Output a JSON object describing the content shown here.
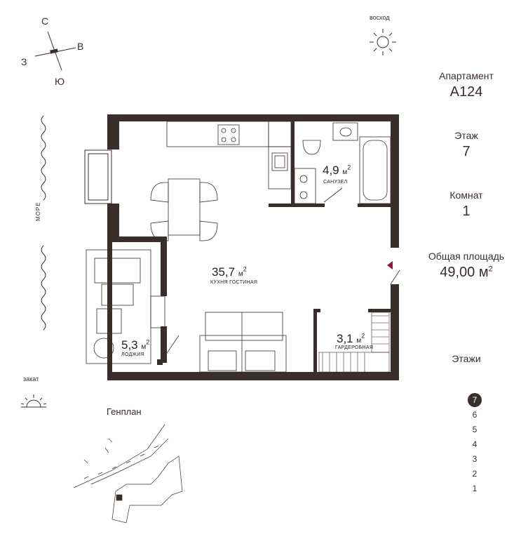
{
  "compass": {
    "north": "С",
    "south": "Ю",
    "west": "З",
    "east": "В"
  },
  "sunrise_label": "восход",
  "sunset_label": "закат",
  "sea_label": "МОРЕ",
  "apartment": {
    "label": "Апартамент",
    "value": "А124"
  },
  "floor_info": {
    "label": "Этаж",
    "value": "7"
  },
  "rooms_info": {
    "label": "Комнат",
    "value": "1"
  },
  "area_info": {
    "label": "Общая площадь",
    "value": "49,00 м",
    "unit_sup": "2"
  },
  "floors_title": "Этажи",
  "floors": [
    "7",
    "6",
    "5",
    "4",
    "3",
    "2",
    "1"
  ],
  "selected_floor": "7",
  "genplan_label": "Генплан",
  "rooms": {
    "bathroom": {
      "area": "4,9",
      "unit": "м",
      "sup": "2",
      "name": "САНУЗЕЛ"
    },
    "kitchen": {
      "area": "35,7",
      "unit": "м",
      "sup": "2",
      "name": "КУХНЯ ГОСТИНАЯ"
    },
    "loggia": {
      "area": "5,3",
      "unit": "м",
      "sup": "2",
      "name": "ЛОДЖИЯ"
    },
    "wardrobe": {
      "area": "3,1",
      "unit": "м",
      "sup": "2",
      "name": "ГАРДЕРОБНАЯ"
    }
  },
  "colors": {
    "wall": "#3a2e2c",
    "accent": "#8b1a3a",
    "line": "#6b625f"
  }
}
